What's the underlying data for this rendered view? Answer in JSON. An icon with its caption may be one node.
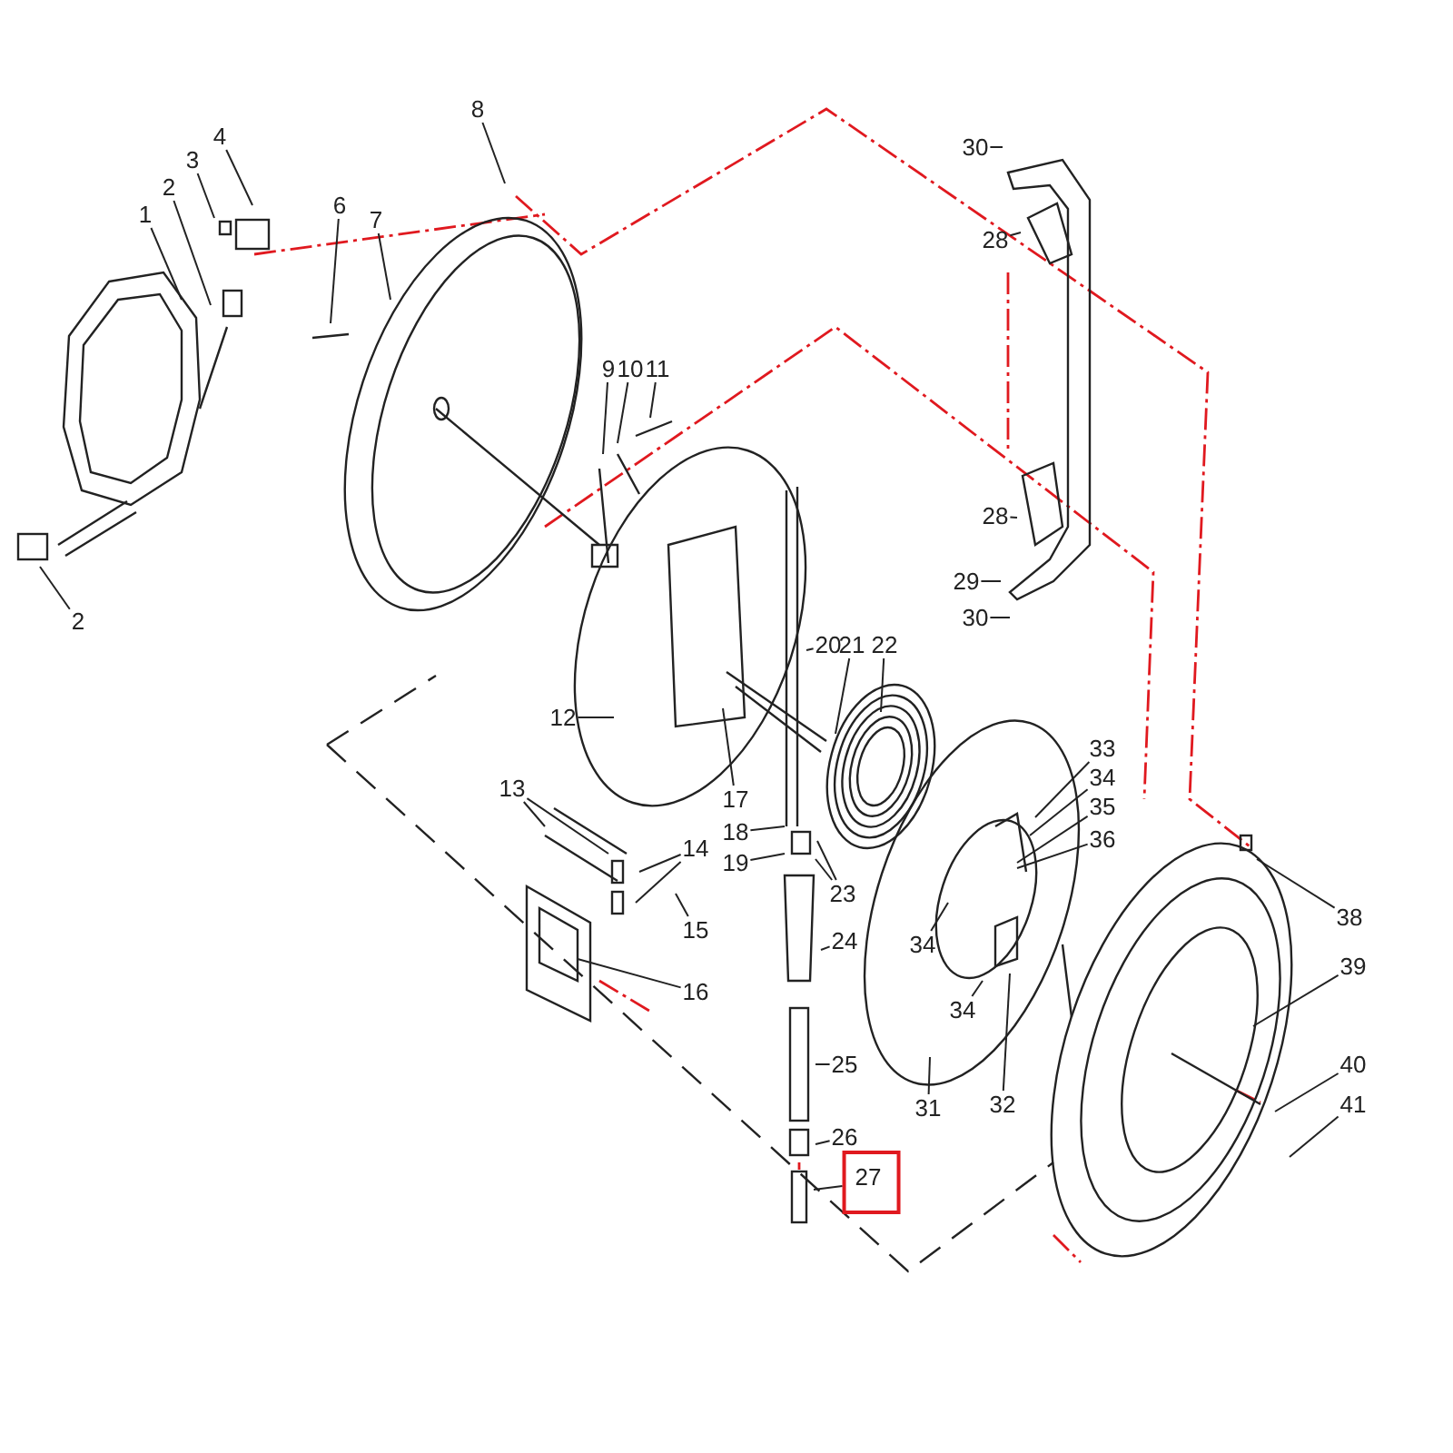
{
  "diagram": {
    "nodes": [
      {
        "text": [
          "1"
        ]
      },
      {
        "text": [
          "2"
        ]
      },
      {
        "text": [
          "3"
        ]
      },
      {
        "text": [
          "4"
        ]
      },
      {
        "text": [
          "2"
        ]
      },
      {
        "text": [
          "6"
        ]
      },
      {
        "text": [
          "7"
        ]
      },
      {
        "text": [
          "8"
        ]
      },
      {
        "text": [
          "9"
        ]
      },
      {
        "text": [
          "10"
        ]
      },
      {
        "text": [
          "11"
        ]
      },
      {
        "text": [
          "12"
        ]
      },
      {
        "text": [
          "13"
        ]
      },
      {
        "text": [
          "14"
        ]
      },
      {
        "text": [
          "15"
        ]
      },
      {
        "text": [
          "16"
        ]
      },
      {
        "text": [
          "17"
        ]
      },
      {
        "text": [
          "18"
        ]
      },
      {
        "text": [
          "19"
        ]
      },
      {
        "text": [
          "20"
        ]
      },
      {
        "text": [
          "21"
        ]
      },
      {
        "text": [
          "22"
        ]
      },
      {
        "text": [
          "23"
        ]
      },
      {
        "text": [
          "24"
        ]
      },
      {
        "text": [
          "25"
        ]
      },
      {
        "text": [
          "26"
        ]
      },
      {
        "text": [
          "27"
        ]
      },
      {
        "text": [
          "30"
        ]
      },
      {
        "text": [
          "28"
        ]
      },
      {
        "text": [
          "28"
        ]
      },
      {
        "text": [
          "29"
        ]
      },
      {
        "text": [
          "30"
        ]
      },
      {
        "text": [
          "31"
        ]
      },
      {
        "text": [
          "32"
        ]
      },
      {
        "text": [
          "33"
        ]
      },
      {
        "text": [
          "34"
        ]
      },
      {
        "text": [
          "35"
        ]
      },
      {
        "text": [
          "36"
        ]
      },
      {
        "text": [
          "34"
        ]
      },
      {
        "text": [
          "34"
        ]
      },
      {
        "text": [
          "38"
        ]
      },
      {
        "text": [
          "39"
        ]
      },
      {
        "text": [
          "40"
        ]
      },
      {
        "text": [
          "41"
        ]
      }
    ],
    "edges": [
      {
        "from": 0,
        "to": null,
        "arrow": "none"
      },
      {
        "from": 1,
        "to": null,
        "arrow": "none"
      },
      {
        "from": 2,
        "to": null,
        "arrow": "none"
      },
      {
        "from": 3,
        "to": null,
        "arrow": "none"
      },
      {
        "from": 4,
        "to": null,
        "arrow": "none"
      },
      {
        "from": 5,
        "to": null,
        "arrow": "none"
      },
      {
        "from": 6,
        "to": null,
        "arrow": "none"
      },
      {
        "from": 7,
        "to": null,
        "arrow": "none"
      },
      {
        "from": 8,
        "to": null,
        "arrow": "none"
      },
      {
        "from": 9,
        "to": null,
        "arrow": "none"
      },
      {
        "from": 10,
        "to": null,
        "arrow": "none"
      },
      {
        "from": 11,
        "to": null,
        "arrow": "none"
      },
      {
        "from": 12,
        "to": null,
        "arrow": "none"
      },
      {
        "from": 12,
        "to": null,
        "arrow": "none"
      },
      {
        "from": 13,
        "to": null,
        "arrow": "none"
      },
      {
        "from": 13,
        "to": null,
        "arrow": "none"
      },
      {
        "from": 14,
        "to": null,
        "arrow": "none"
      },
      {
        "from": 15,
        "to": null,
        "arrow": "none"
      },
      {
        "from": 16,
        "to": null,
        "arrow": "none"
      },
      {
        "from": 17,
        "to": null,
        "arrow": "none"
      },
      {
        "from": 18,
        "to": null,
        "arrow": "none"
      },
      {
        "from": 19,
        "to": null,
        "arrow": "none"
      },
      {
        "from": 20,
        "to": null,
        "arrow": "none"
      },
      {
        "from": 21,
        "to": null,
        "arrow": "none"
      },
      {
        "from": 22,
        "to": null,
        "arrow": "none"
      },
      {
        "from": 22,
        "to": null,
        "arrow": "none"
      },
      {
        "from": 23,
        "to": null,
        "arrow": "none"
      },
      {
        "from": 24,
        "to": null,
        "arrow": "none"
      },
      {
        "from": 25,
        "to": null,
        "arrow": "none"
      },
      {
        "from": 26,
        "to": null,
        "arrow": "none"
      },
      {
        "from": 27,
        "to": null,
        "arrow": "none"
      },
      {
        "from": 28,
        "to": null,
        "arrow": "none"
      },
      {
        "from": 29,
        "to": null,
        "arrow": "none"
      },
      {
        "from": 30,
        "to": null,
        "arrow": "none"
      },
      {
        "from": 31,
        "to": null,
        "arrow": "none"
      },
      {
        "from": 32,
        "to": null,
        "arrow": "none"
      },
      {
        "from": 33,
        "to": null,
        "arrow": "none"
      },
      {
        "from": 34,
        "to": null,
        "arrow": "none"
      },
      {
        "from": 35,
        "to": null,
        "arrow": "none"
      },
      {
        "from": 36,
        "to": null,
        "arrow": "none"
      },
      {
        "from": 37,
        "to": null,
        "arrow": "none"
      },
      {
        "from": 38,
        "to": null,
        "arrow": "none"
      },
      {
        "from": 39,
        "to": null,
        "arrow": "none"
      },
      {
        "from": 40,
        "to": null,
        "arrow": "none"
      },
      {
        "from": 41,
        "to": null,
        "arrow": "none"
      },
      {
        "from": 42,
        "to": null,
        "arrow": "none"
      },
      {
        "from": 43,
        "to": null,
        "arrow": "none"
      }
    ]
  }
}
